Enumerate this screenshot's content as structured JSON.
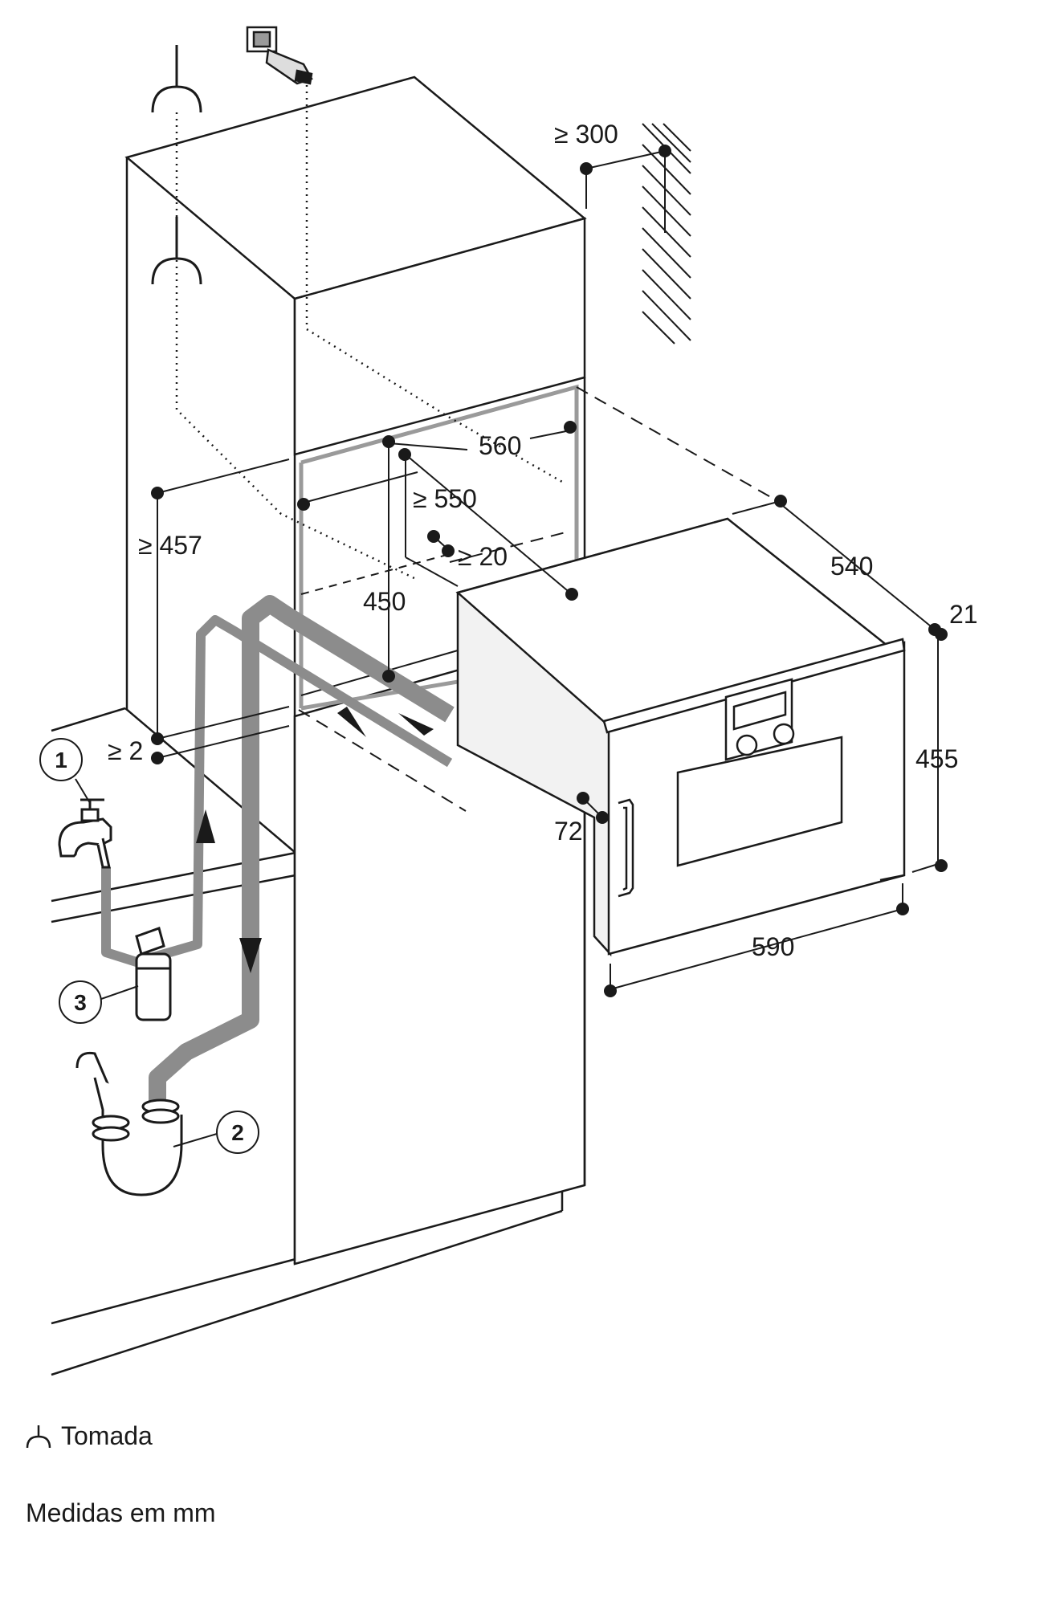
{
  "dimensions": {
    "top_clearance": "≥ 300",
    "niche_width": "560",
    "niche_depth": "≥ 550",
    "rear_gap": "≥ 20",
    "niche_height": "450",
    "floor_height": "≥ 457",
    "bottom_gap": "≥ 2",
    "appliance_depth": "540",
    "front_thickness": "21",
    "appliance_height": "455",
    "side_offset": "72",
    "appliance_width": "590"
  },
  "callouts": {
    "water_tap": "1",
    "drain_siphon": "2",
    "water_filter": "3"
  },
  "legend": {
    "socket_label": "Tomada",
    "units_label": "Medidas em mm"
  },
  "colors": {
    "line": "#1a1a1a",
    "pipe": "#8c8c8c",
    "niche_frame": "#9a9a9a",
    "oven_side": "#f2f2f2"
  }
}
